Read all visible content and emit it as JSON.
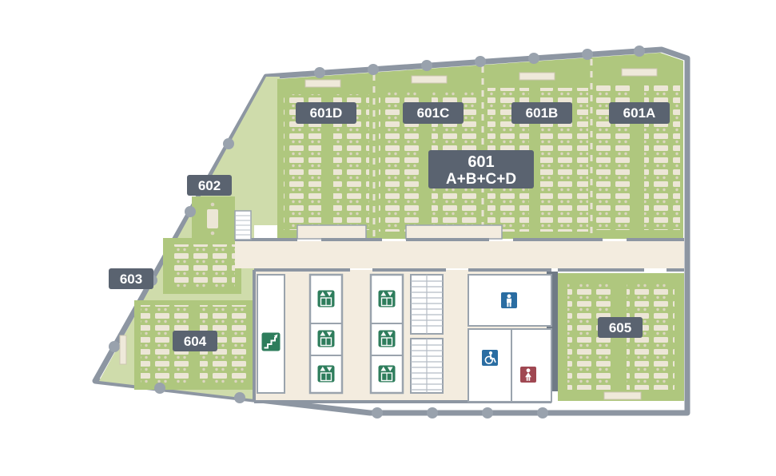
{
  "floorplan": {
    "rooms": {
      "601d": {
        "label": "601D"
      },
      "601c": {
        "label": "601C"
      },
      "601b": {
        "label": "601B"
      },
      "601a": {
        "label": "601A"
      },
      "601": {
        "line1": "601",
        "line2": "A+B+C+D"
      },
      "602": {
        "label": "602"
      },
      "603": {
        "label": "603"
      },
      "604": {
        "label": "604"
      },
      "605": {
        "label": "605"
      }
    },
    "icons": {
      "elevator": {
        "name": "elevator-icon",
        "count": 6
      },
      "stairs": {
        "name": "stairs-icon",
        "count": 1
      },
      "mens_restroom": {
        "name": "mens-restroom-icon",
        "count": 1
      },
      "womens_restroom": {
        "name": "womens-restroom-icon",
        "count": 1
      },
      "accessible_restroom": {
        "name": "accessible-restroom-icon",
        "count": 1
      }
    },
    "colors": {
      "wall": "#8d96a2",
      "room_green": "#afc77e",
      "floor_light_green": "#cfdcab",
      "corridor_cream": "#f3ecdf",
      "table_cream": "#ece6d6",
      "label_bg": "#5a6370",
      "label_text": "#ffffff",
      "icon_green": "#2e7d5c",
      "icon_blue": "#2a6da2",
      "icon_red": "#a04852"
    }
  }
}
